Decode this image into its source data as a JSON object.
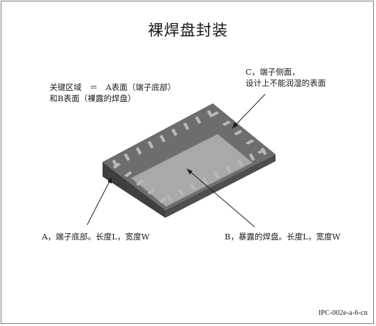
{
  "title": "裸焊盘封装",
  "key_area": {
    "line1": "关键区域　＝　A表面（端子底部）",
    "line2": "和B表面（裸露的焊盘）"
  },
  "callout_c": {
    "line1": "C，端子侧面，",
    "line2": "设计上不能润湿的表面"
  },
  "callout_a": "A，端子底部。长度L，宽度W",
  "callout_b": "B，暴露的焊盘。长度L，宽度W",
  "figure_code": "IPC-002e-a-6-cn",
  "colors": {
    "package_top": "#6b6b6b",
    "package_front": "#3f3f3f",
    "package_side": "#5a5a5a",
    "exposed_pad": "#a9a9a9",
    "terminal": "#b8b8b8",
    "leader_line": "#1a1a1a"
  }
}
